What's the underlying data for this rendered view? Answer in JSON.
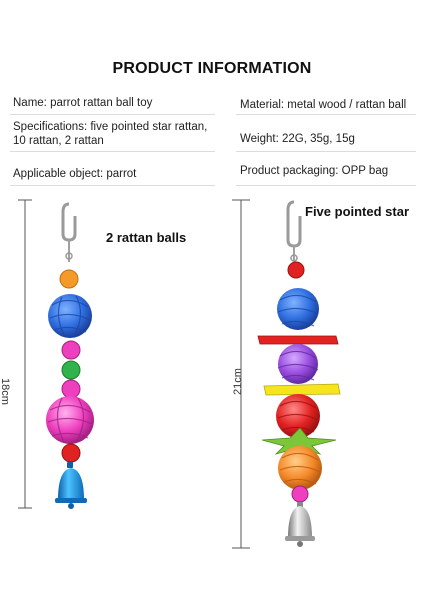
{
  "title": "PRODUCT INFORMATION",
  "specs": {
    "name": "Name: parrot rattan ball toy",
    "material": "Material: metal wood / rattan ball",
    "specifications_line1": "Specifications: five pointed star rattan,",
    "specifications_line2": "10 rattan, 2 rattan",
    "weight": "Weight: 22G, 35g, 15g",
    "applicable": "Applicable object: parrot",
    "packaging": "Product packaging: OPP bag"
  },
  "left_toy": {
    "callout": "2 rattan balls",
    "dimension": "18cm",
    "colors": {
      "ball_top": "#2f6fe0",
      "ball_bottom": "#ee3fbf",
      "bell": "#1a9be6"
    }
  },
  "right_toy": {
    "callout": "Five pointed star",
    "dimension": "21cm",
    "colors": {
      "blue": "#2f6fe0",
      "purple": "#9a4de0",
      "red": "#e32222",
      "orange": "#f58a2a",
      "bell": "#b8b8b8"
    }
  }
}
